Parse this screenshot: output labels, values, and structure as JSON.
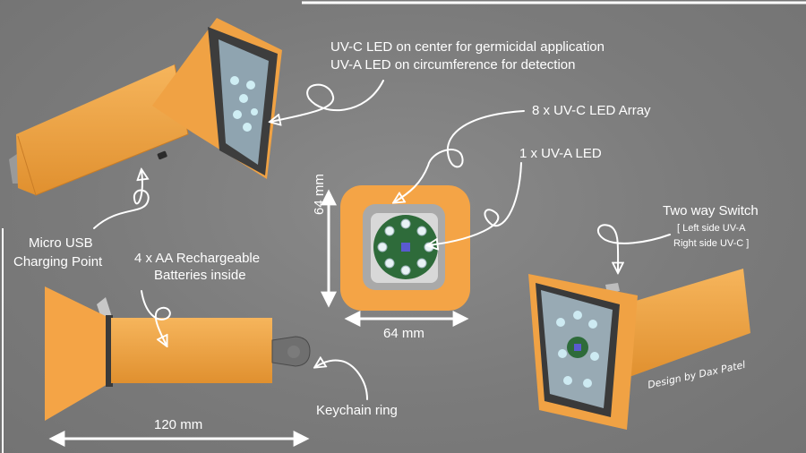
{
  "colors": {
    "body": "#f4a446",
    "body_shade": "#d9862c",
    "bezel": "#3a3a3a",
    "background": "#7b7b7b",
    "annotation": "#ffffff",
    "pcb": "#2e6b3a",
    "led_uva": "#5a5ad0"
  },
  "labels": {
    "uv_leds_line1": "UV-C LED on center for germicidal application",
    "uv_leds_line2": "UV-A LED on circumference for detection",
    "led_array": "8 x UV-C LED Array",
    "uva_led": "1 x UV-A LED",
    "usb_line1": "Micro USB",
    "usb_line2": "Charging Point",
    "batteries_line1": "4 x AA Rechargeable",
    "batteries_line2": "Batteries inside",
    "keychain": "Keychain ring",
    "switch_title": "Two way Switch",
    "switch_left": "[ Left side UV-A",
    "switch_right": "Right side UV-C ]",
    "dim_height": "64 mm",
    "dim_width": "64 mm",
    "dim_length": "120 mm",
    "signature": "Design by Dax Patel"
  }
}
